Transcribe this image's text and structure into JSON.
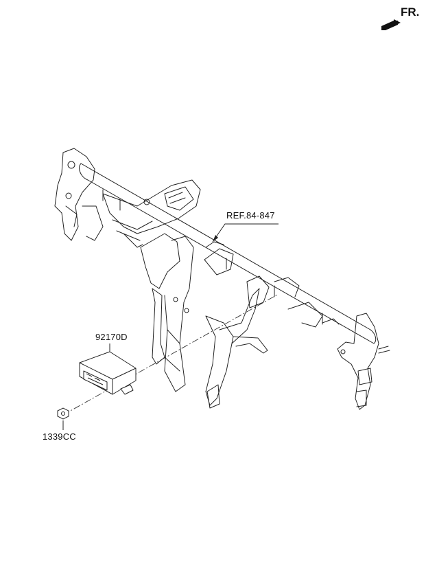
{
  "orientation": {
    "label": "FR."
  },
  "parts": {
    "ref_label": "REF.84-847",
    "module_label": "92170D",
    "nut_label": "1339CC"
  },
  "colors": {
    "line": "#222222",
    "background": "#ffffff"
  }
}
